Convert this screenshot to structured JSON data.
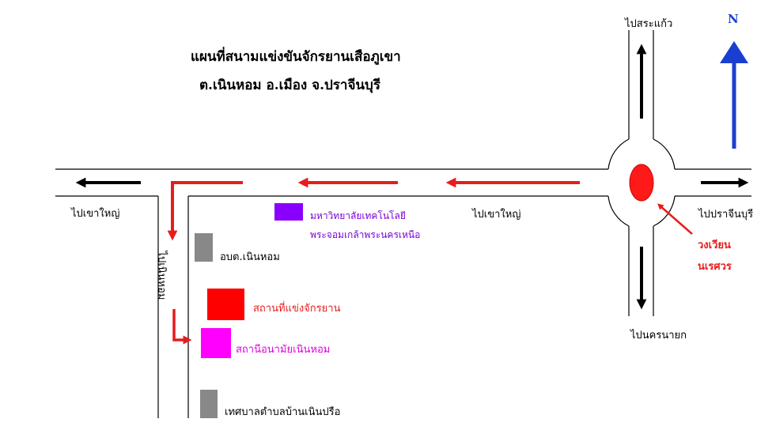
{
  "title": {
    "line1": "แผนที่สนามแข่งขันจักรยานเสือภูเขา",
    "line2": "ต.เนินหอม อ.เมือง จ.ปราจีนบุรี"
  },
  "compass": {
    "label": "N"
  },
  "roads": {
    "to_la_kaeo": "ไปสระแก้ว",
    "to_khao_yai_left": "ไปเขาใหญ่",
    "to_khao_yai_mid": "ไปเขาใหญ่",
    "to_prachinburi": "ไปปราจีนบุรี",
    "to_nakhon_nayok": "ไปนครนายก",
    "to_noen_hom": "ไปเนินหอม"
  },
  "roundabout": {
    "line1": "วงเวียน",
    "line2": "นเรศวร"
  },
  "places": [
    {
      "label_line1": "มหาวิทยาลัยเทคโนโลยี",
      "label_line2": "พระจอมเกล้าพระนครเหนือ",
      "color": "#8a00ff"
    },
    {
      "label": "อบต.เนินหอม",
      "color": "#888888"
    },
    {
      "label": "สถานที่แข่งจักรยาน",
      "color": "#ff0000"
    },
    {
      "label": "สถานีอนามัยเนินหอม",
      "color": "#ff00ff"
    },
    {
      "label": "เทศบาลตำบลบ้านเนินปรือ",
      "color": "#888888"
    }
  ],
  "colors": {
    "road": "#000000",
    "route_arrow": "#e81c1c",
    "north_arrow": "#1a3fd0",
    "roundabout_fill": "#ff1a1a"
  }
}
